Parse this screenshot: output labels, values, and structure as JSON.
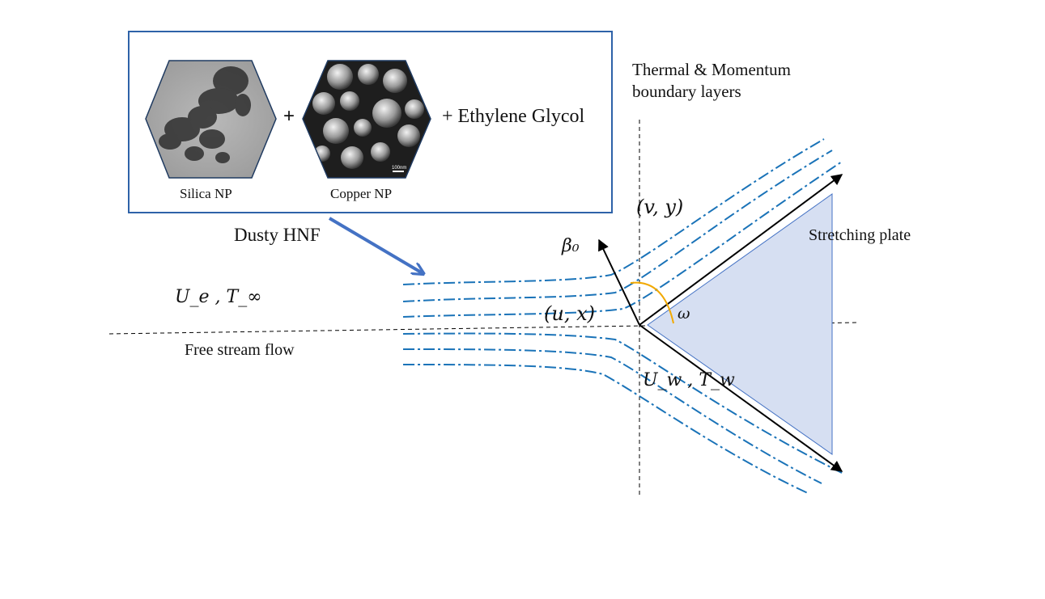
{
  "legend": {
    "silica_label": "Silica NP",
    "copper_label": "Copper NP",
    "plus_sign": "+",
    "base_fluid_label": "+ Ethylene Glycol",
    "scale_bar_text": "100nm"
  },
  "labels": {
    "boundary_layers": [
      "Thermal & Momentum",
      "boundary layers"
    ],
    "dusty_hnf": "Dusty HNF",
    "free_stream_conditions": "U_e , T_∞",
    "free_stream_flow": "Free stream flow",
    "v_y": "(v, y)",
    "u_x": "(u, x)",
    "beta0": "β₀",
    "omega": "ω",
    "wall_conditions": "U_w , T_w",
    "stretching_plate": "Stretching plate"
  },
  "colors": {
    "legend_border": "#2e62a8",
    "streamline": "#1a73b8",
    "callout_arrow": "#4472c4",
    "angle_arc": "#f2a900",
    "plate_fill": "#d6dff2",
    "plate_stroke": "#4472c4"
  }
}
